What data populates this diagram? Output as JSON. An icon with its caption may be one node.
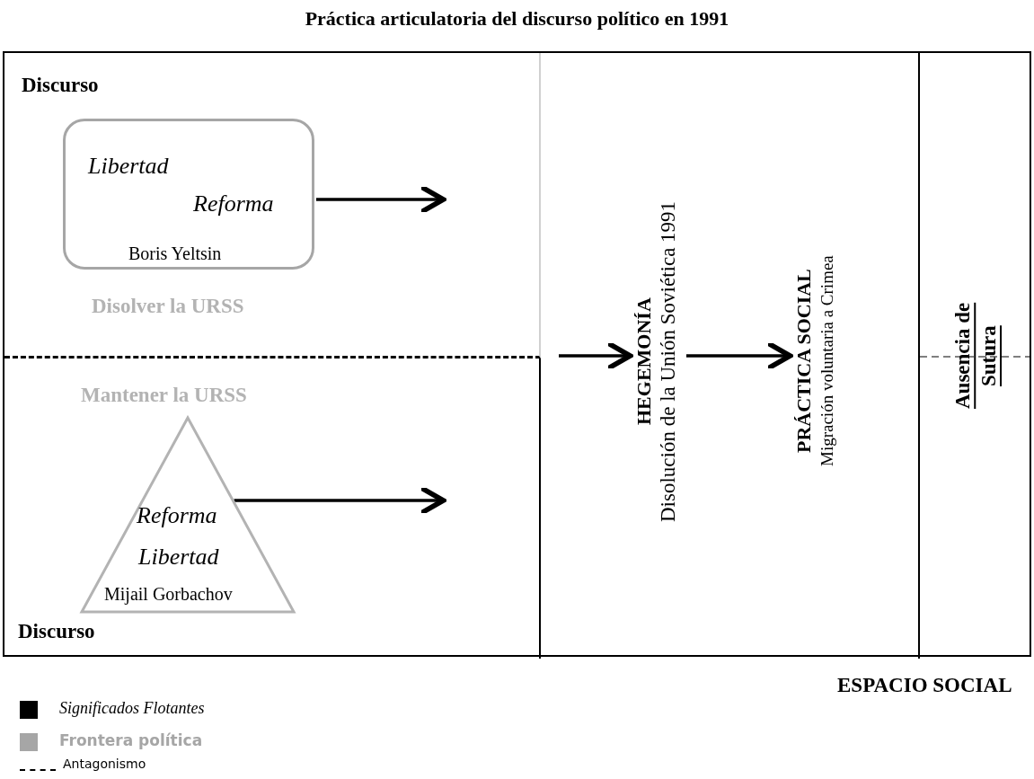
{
  "diagram": {
    "title": "Práctica articulatoria del discurso político en 1991",
    "nodes": [
      {
        "text": [
          "ESPACIO SOCIAL"
        ]
      },
      {
        "text": [
          "Discurso",
          "Disolver la URSS"
        ],
        "in": 0
      },
      {
        "text": [
          "Libertad",
          "Reforma",
          "Boris Yeltsin"
        ],
        "in": 1
      },
      {
        "text": [
          "Mantener la URSS",
          "Discurso"
        ],
        "in": 0
      },
      {
        "text": [
          "Reforma",
          "Libertad",
          "Mijail Gorbachov"
        ],
        "in": 3
      },
      {
        "text": [],
        "shape": "box",
        "in": 0
      },
      {
        "text": [
          "HEGEMONÍA",
          "Disolución de la Unión Soviética 1991"
        ],
        "in": 5
      },
      {
        "text": [
          "PRÁCTICA SOCIAL",
          "Migración voluntaria a Crimea"
        ],
        "in": 5
      },
      {
        "text": [
          "Ausencia de Sutura"
        ],
        "in": 0
      }
    ],
    "edges": [
      {
        "from": 2,
        "to": null,
        "arrow": "to"
      },
      {
        "from": 4,
        "to": null,
        "arrow": "to"
      },
      {
        "from": null,
        "to": 6,
        "arrow": "to"
      },
      {
        "from": 6,
        "to": 7,
        "arrow": "to"
      }
    ],
    "legend": [
      {
        "text": "Significados Flotantes",
        "color": "#000000"
      },
      {
        "text": "Frontera política",
        "color": "#a6a6a6"
      },
      {
        "text": "Antagonismo"
      }
    ]
  }
}
